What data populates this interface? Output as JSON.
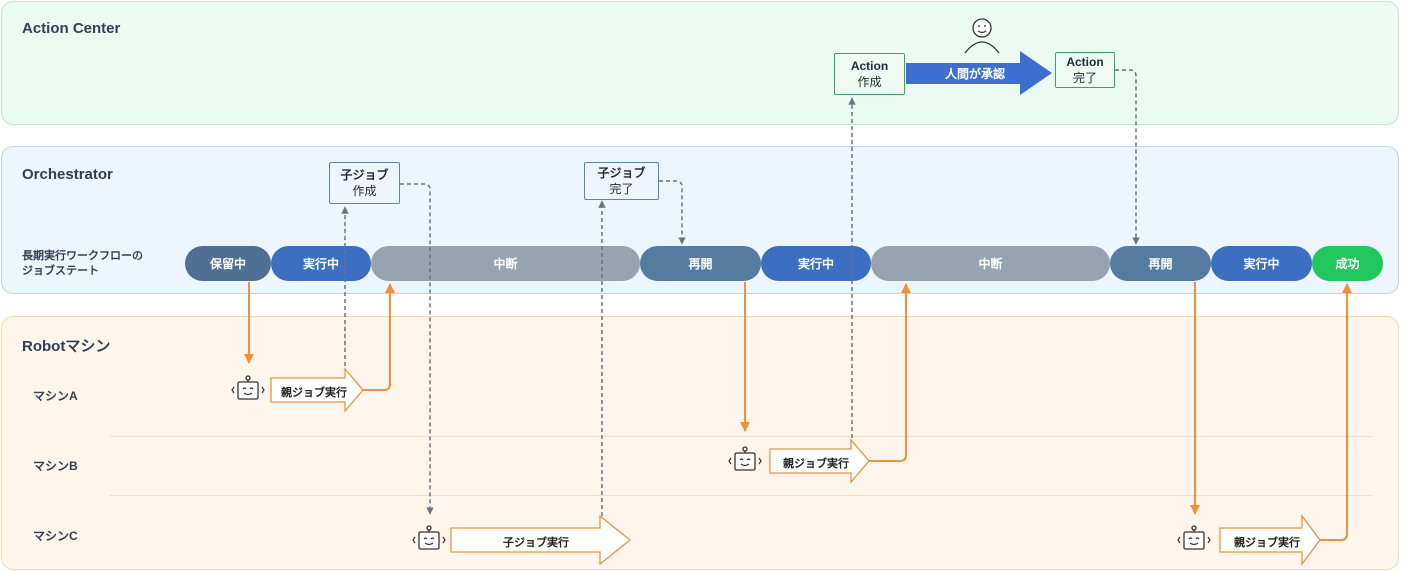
{
  "lanes": {
    "action_center": "Action Center",
    "orchestrator": "Orchestrator",
    "robot": "Robotマシン"
  },
  "state_label": [
    "長期実行ワークフローの",
    "ジョブステート"
  ],
  "states": {
    "hold": "保留中",
    "running": "実行中",
    "suspended": "中断",
    "resumed": "再開",
    "success": "成功"
  },
  "machines": {
    "a": "マシンA",
    "b": "マシンB",
    "c": "マシンC"
  },
  "boxes": {
    "child_create": {
      "title": "子ジョブ",
      "sub": "作成"
    },
    "child_done": {
      "title": "子ジョブ",
      "sub": "完了"
    },
    "action_create": {
      "title": "Action",
      "sub": "作成"
    },
    "action_done": {
      "title": "Action",
      "sub": "完了"
    }
  },
  "approve": "人間が承認",
  "jobs": {
    "parent": "親ジョブ実行",
    "child": "子ジョブ実行"
  },
  "colors": {
    "orange": "#f0913a",
    "dashed": "#6b7280",
    "approve_arrow": "#3e6fd0"
  }
}
